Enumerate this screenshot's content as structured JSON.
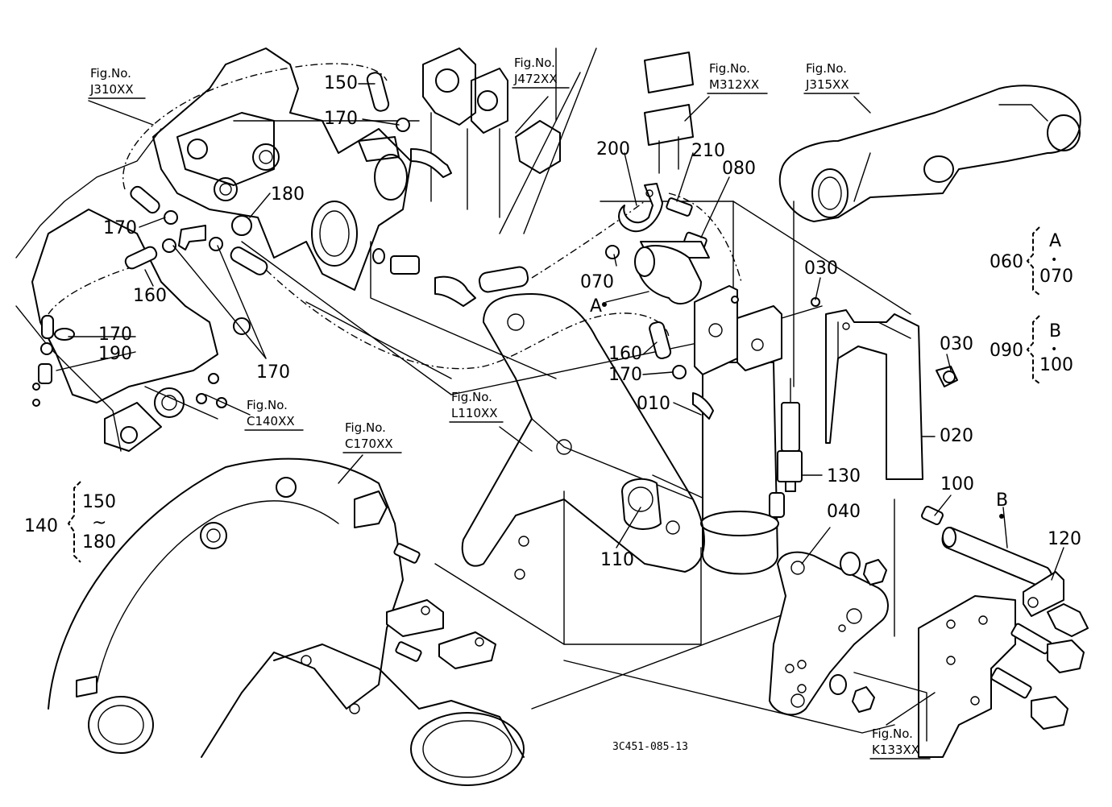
{
  "drawing": {
    "code": "3C451-085-13"
  },
  "figure_refs": [
    {
      "id": "j310",
      "title": "Fig.No.",
      "code": "J310XX"
    },
    {
      "id": "j472",
      "title": "Fig.No.",
      "code": "J472XX"
    },
    {
      "id": "m312",
      "title": "Fig.No.",
      "code": "M312XX"
    },
    {
      "id": "j315",
      "title": "Fig.No.",
      "code": "J315XX"
    },
    {
      "id": "c140",
      "title": "Fig.No.",
      "code": "C140XX"
    },
    {
      "id": "c170",
      "title": "Fig.No.",
      "code": "C170XX"
    },
    {
      "id": "l110",
      "title": "Fig.No.",
      "code": "L110XX"
    },
    {
      "id": "k133",
      "title": "Fig.No.",
      "code": "K133XX"
    }
  ],
  "part_numbers": {
    "p150": "150",
    "p170a": "170",
    "p180": "180",
    "p170b": "170",
    "p160a": "160",
    "p170c": "170",
    "p190": "190",
    "p170d": "170",
    "p200": "200",
    "p210": "210",
    "p080": "080",
    "p070": "070",
    "p160b": "160",
    "p170e": "170",
    "p010": "010",
    "p030a": "030",
    "p030b": "030",
    "p020": "020",
    "p130": "130",
    "p040": "040",
    "p110": "110",
    "p100": "100",
    "p120": "120"
  },
  "callouts": {
    "a_marker": "A",
    "b_marker": "B"
  },
  "groups": [
    {
      "id": "g060",
      "left": "060",
      "top": "A",
      "sep": "•",
      "bottom": "070"
    },
    {
      "id": "g090",
      "left": "090",
      "top": "B",
      "sep": "•",
      "bottom": "100"
    },
    {
      "id": "g140",
      "left": "140",
      "top": "150",
      "sep": "~",
      "bottom": "180"
    }
  ]
}
